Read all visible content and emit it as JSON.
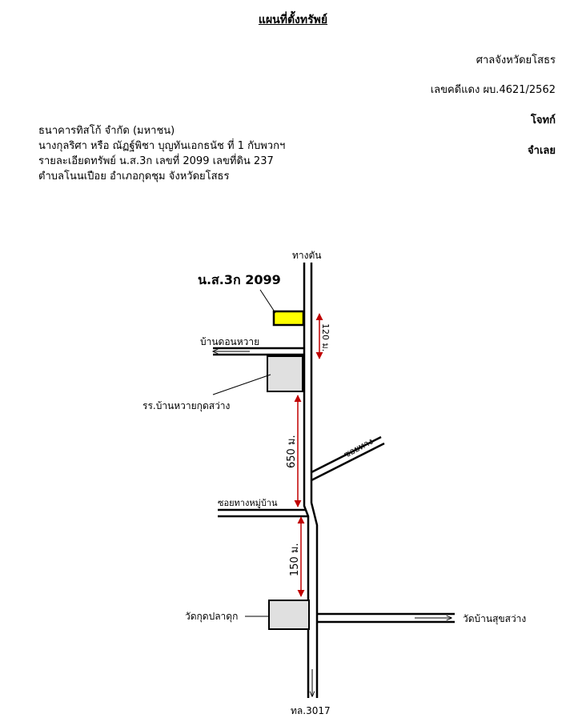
{
  "header": {
    "title": "แผนที่ตั้งทรัพย์",
    "court": "ศาลจังหวัดยโสธร",
    "case_number": "เลขคดีแดง ผบ.4621/2562",
    "plaintiff_label": "โจทก์",
    "defendant_label": "จำเลย"
  },
  "parties": {
    "plaintiff": "ธนาคารทิสโก้ จำกัด (มหาชน)",
    "defendant": "นางกุลริศา หรือ ณัฏฐ์พิชา บุญทันเอกธนัช  ที่ 1 กับพวกฯ",
    "property_detail": "รายละเอียดทรัพย์ น.ส.3ก เลขที่ 2099 เลขที่ดิน 237",
    "location": "ตำบลโนนเปือย  อำเภอกุดชุม  จังหวัดยโสธร"
  },
  "map": {
    "plot_label": "น.ส.3ก 2099",
    "dead_end": "ทางตัน",
    "village_donhwai": "บ้านดอนหวาย",
    "school": "รร.บ้านหวายกุดสว่าง",
    "alley_top": "ซอยทาง",
    "alley_village": "ซอยทางหมู่บ้าน",
    "temple_kud": "วัดกุดปลาดุก",
    "temple_suk": "วัดบ้านสุขสว่าง",
    "road_number": "ทล.3017",
    "dist_120": "120 ม.",
    "dist_650": "650 ม.",
    "dist_150": "150 ม."
  },
  "colors": {
    "plot_fill": "#ffff00",
    "building_fill": "#e0e0e0",
    "distance_arrow": "#c00000"
  }
}
